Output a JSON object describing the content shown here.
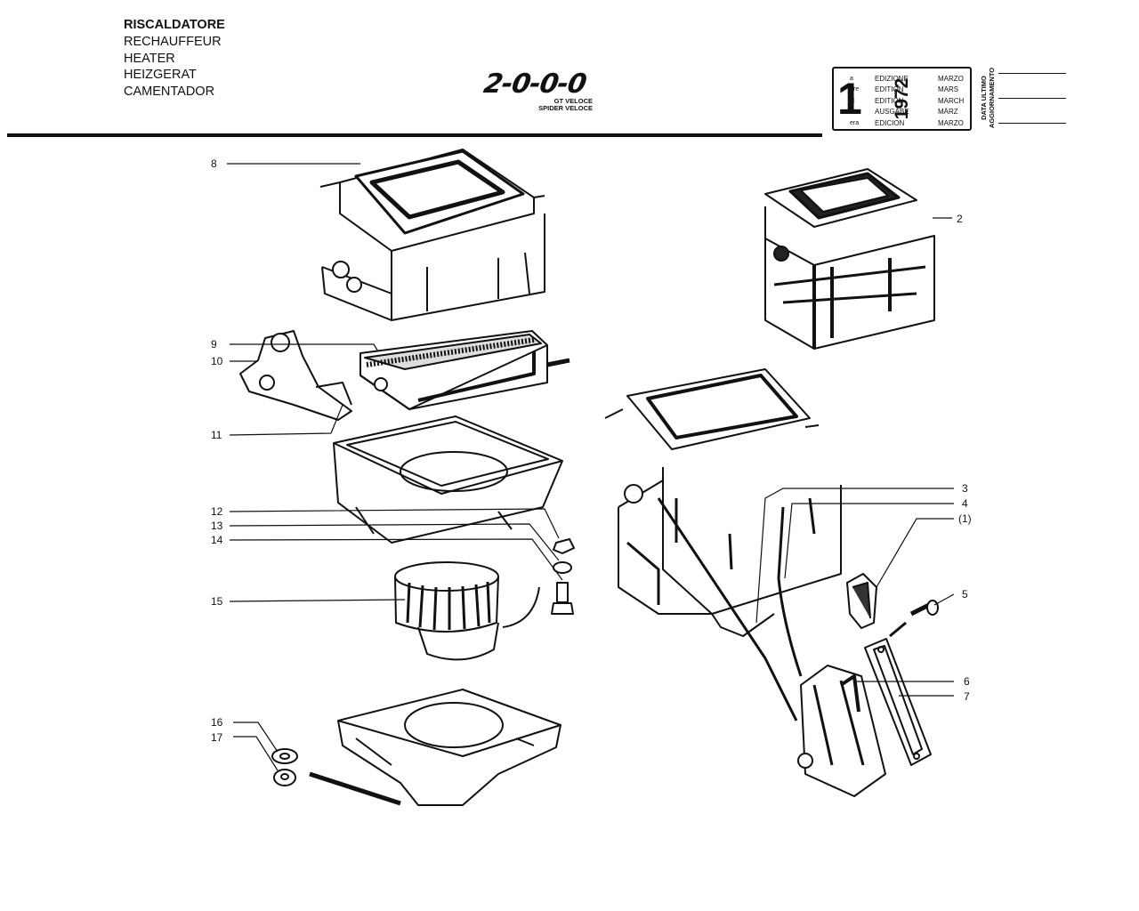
{
  "header": {
    "titles": [
      "RISCALDATORE",
      "RECHAUFFEUR",
      "HEATER",
      "HEIZGERAT",
      "CAMENTADOR"
    ],
    "logo_text": "2-0-0-0",
    "logo_sub": [
      "GT VELOCE",
      "SPIDER VELOCE"
    ]
  },
  "edition_stamp": {
    "number": "1",
    "ordinals": [
      "a",
      "ere",
      "st",
      ".",
      "era"
    ],
    "editions": [
      "EDIZIONE",
      "EDITION",
      "EDITION",
      "AUSGABE",
      "EDICION"
    ],
    "year": "1972",
    "months": [
      "MARZO",
      "MARS",
      "MARCH",
      "MÄRZ",
      "MARZO"
    ]
  },
  "update_box": {
    "label": [
      "DATA ULTIMO",
      "AGGIORNAMENTO"
    ]
  },
  "callouts": [
    {
      "id": "c8",
      "text": "8"
    },
    {
      "id": "c2",
      "text": "2"
    },
    {
      "id": "c9",
      "text": "9"
    },
    {
      "id": "c10",
      "text": "10"
    },
    {
      "id": "c11",
      "text": "11"
    },
    {
      "id": "c12",
      "text": "12"
    },
    {
      "id": "c13",
      "text": "13"
    },
    {
      "id": "c14",
      "text": "14"
    },
    {
      "id": "c15",
      "text": "15"
    },
    {
      "id": "c16",
      "text": "16"
    },
    {
      "id": "c17",
      "text": "17"
    },
    {
      "id": "c3",
      "text": "3"
    },
    {
      "id": "c4",
      "text": "4"
    },
    {
      "id": "c1",
      "text": "(1)"
    },
    {
      "id": "c5",
      "text": "5"
    },
    {
      "id": "c6",
      "text": "6"
    },
    {
      "id": "c7",
      "text": "7"
    }
  ]
}
